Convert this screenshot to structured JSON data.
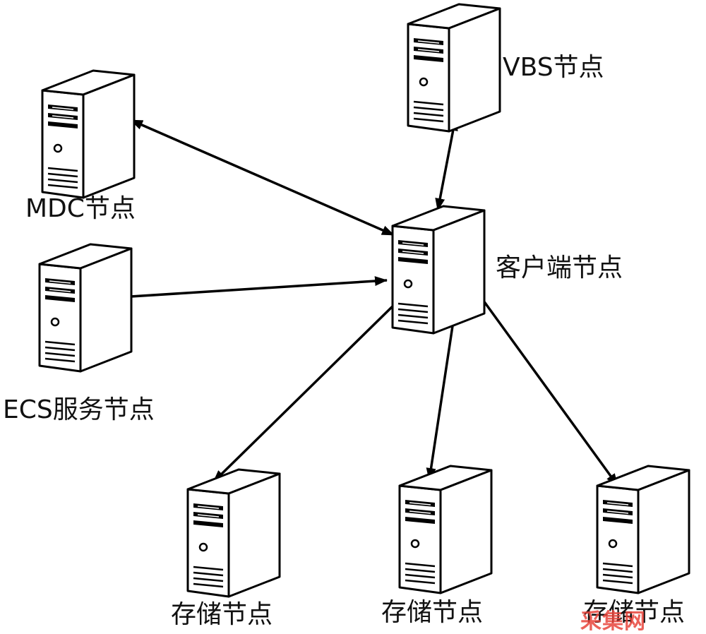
{
  "nodes": {
    "vbs": {
      "label": "VBS节点",
      "icon": "server-icon"
    },
    "mdc": {
      "label": "MDC节点",
      "icon": "server-icon"
    },
    "ecs": {
      "label": "ECS服务节点",
      "icon": "server-icon"
    },
    "client": {
      "label": "客户端节点",
      "icon": "server-icon"
    },
    "storage_1": {
      "label": "存储节点",
      "icon": "server-icon"
    },
    "storage_2": {
      "label": "存储节点",
      "icon": "server-icon"
    },
    "storage_3": {
      "label": "存储节点",
      "icon": "server-icon"
    }
  },
  "edges": [
    {
      "from": "client",
      "to": "vbs",
      "direction": "both"
    },
    {
      "from": "client",
      "to": "mdc",
      "direction": "both"
    },
    {
      "from": "ecs",
      "to": "client",
      "direction": "forward"
    },
    {
      "from": "client",
      "to": "storage_1",
      "direction": "forward"
    },
    {
      "from": "client",
      "to": "storage_2",
      "direction": "forward"
    },
    {
      "from": "client",
      "to": "storage_3",
      "direction": "forward"
    }
  ],
  "watermark": {
    "text": "采集网",
    "color": "#e8453c"
  }
}
